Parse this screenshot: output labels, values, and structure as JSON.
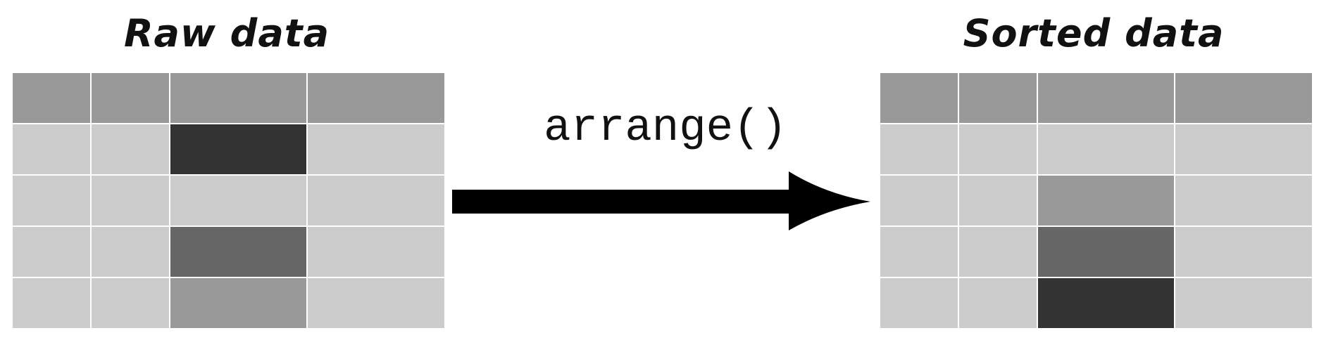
{
  "raw_panel": {
    "title": "Raw data",
    "header_color": "#999999",
    "default_cell_color": "#cccccc",
    "sorted_column_colors": [
      "#333333",
      "#cccccc",
      "#666666",
      "#999999"
    ]
  },
  "transform": {
    "label": "arrange()",
    "arrow_color": "#000000"
  },
  "sorted_panel": {
    "title": "Sorted data",
    "header_color": "#999999",
    "default_cell_color": "#cccccc",
    "sorted_column_colors": [
      "#cccccc",
      "#999999",
      "#666666",
      "#333333"
    ]
  }
}
